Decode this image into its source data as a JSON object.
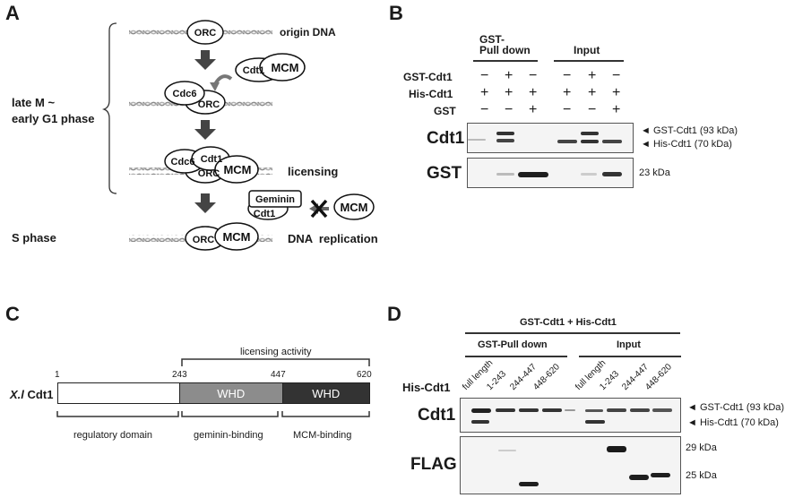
{
  "panels": {
    "A": {
      "letter": "A",
      "phase_late": [
        "late M ~",
        "early G1 phase"
      ],
      "phase_s": "S phase",
      "step_labels": {
        "origin": "origin DNA",
        "licensing": "licensing",
        "replication": "DNA  replication"
      },
      "proteins": {
        "orc": "ORC",
        "mcm": "MCM",
        "cdt1": "Cdt1",
        "cdc6": "Cdc6",
        "geminin": "Geminin"
      }
    },
    "B": {
      "letter": "B",
      "group_pulldown": [
        "GST-",
        "Pull down"
      ],
      "group_input": "Input",
      "rows": [
        {
          "label": "GST-Cdt1",
          "values": [
            "−",
            "+",
            "−",
            "−",
            "+",
            "−"
          ]
        },
        {
          "label": "His-Cdt1",
          "values": [
            "+",
            "+",
            "+",
            "+",
            "+",
            "+"
          ]
        },
        {
          "label": "GST",
          "values": [
            "−",
            "−",
            "+",
            "−",
            "−",
            "+"
          ]
        }
      ],
      "blots": [
        {
          "label": "Cdt1",
          "annotations": [
            "◄  GST-Cdt1 (93 kDa)",
            "◄  His-Cdt1 (70 kDa)"
          ]
        },
        {
          "label": "GST",
          "annotations": [
            "23 kDa"
          ]
        }
      ]
    },
    "C": {
      "letter": "C",
      "protein_label_species": "X.l",
      "protein_label_name": "Cdt1",
      "top_bracket": "licensing activity",
      "positions": [
        "1",
        "243",
        "447",
        "620"
      ],
      "domains": [
        {
          "name": "",
          "start": 1,
          "end": 243,
          "color": "#ffffff"
        },
        {
          "name": "WHD",
          "start": 243,
          "end": 447,
          "color": "#8c8c8c"
        },
        {
          "name": "WHD",
          "start": 447,
          "end": 620,
          "color": "#333333"
        }
      ],
      "bottom_brackets": [
        "regulatory domain",
        "geminin-binding",
        "MCM-binding"
      ]
    },
    "D": {
      "letter": "D",
      "title": "GST-Cdt1 + His-Cdt1",
      "group_pulldown": "GST-Pull down",
      "group_input": "Input",
      "row_label": "His-Cdt1",
      "lanes": [
        "full length",
        "1-243",
        "244-447",
        "448-620",
        "full length",
        "1-243",
        "244-447",
        "448-620"
      ],
      "blots": [
        {
          "label": "Cdt1",
          "annotations": [
            "◄  GST-Cdt1 (93 kDa)",
            "◄  His-Cdt1 (70 kDa)"
          ]
        },
        {
          "label": "FLAG",
          "annotations": [
            "29 kDa",
            "25 kDa"
          ]
        }
      ]
    }
  },
  "colors": {
    "arrow": "#444444",
    "band_dark": "#1e1e1e",
    "dna": "#9a9a9a"
  }
}
